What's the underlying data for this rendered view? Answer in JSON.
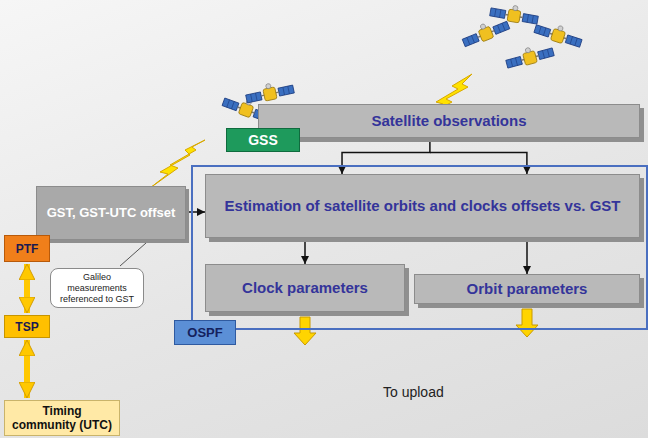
{
  "diagram": {
    "nodes": [
      {
        "text": [
          "Satellite observations"
        ]
      },
      {
        "text": [
          "GSS"
        ]
      },
      {
        "text": [
          "GST, GST-UTC offset"
        ]
      },
      {
        "text": [
          "OSPF"
        ]
      },
      {
        "text": [
          "Estimation of satellite orbits and clocks offsets vs. GST"
        ],
        "in": 3
      },
      {
        "text": [
          "Clock parameters"
        ],
        "in": 3
      },
      {
        "text": [
          "Orbit parameters"
        ],
        "in": 3
      },
      {
        "text": [
          "PTF"
        ]
      },
      {
        "text": [
          "TSP"
        ]
      },
      {
        "text": [
          "Timing community (UTC)"
        ]
      }
    ],
    "edges": [
      {
        "from": 0,
        "to": 4,
        "arrow": "to"
      },
      {
        "from": 2,
        "to": 4,
        "arrow": "to"
      },
      {
        "from": 4,
        "to": 5,
        "arrow": "to"
      },
      {
        "from": 4,
        "to": 6,
        "arrow": "to"
      },
      {
        "from": 7,
        "to": 8,
        "arrow": "both"
      },
      {
        "from": 8,
        "to": 9,
        "arrow": "both"
      }
    ],
    "labels": [
      "Galileo measurements referenced to GST",
      "To upload"
    ]
  }
}
